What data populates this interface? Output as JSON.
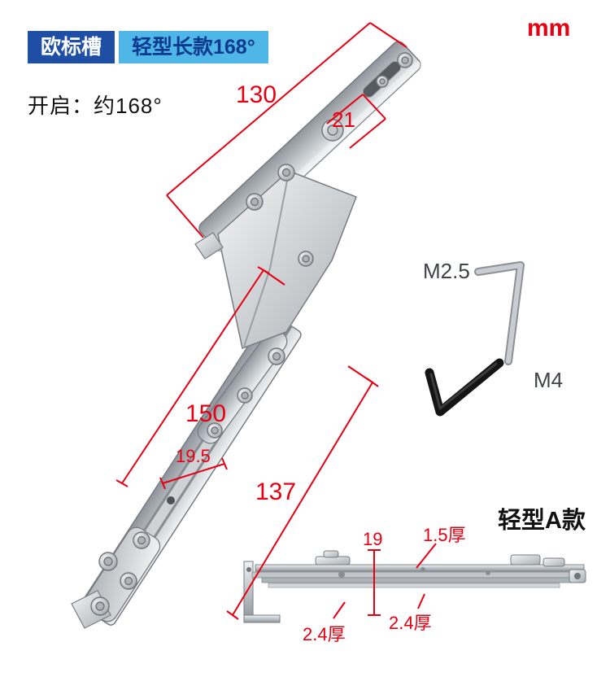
{
  "header": {
    "badge_dark": "欧标槽",
    "badge_light": "轻型长款168°",
    "opening": "开启：约168°",
    "unit": "mm"
  },
  "dimensions": {
    "top_arm_length": "130",
    "top_arm_width": "21",
    "lower_arm_length": "150",
    "lower_arm_width": "19.5",
    "lower_track_length": "137"
  },
  "tools": {
    "wrench_small": "M2.5",
    "wrench_large": "M4"
  },
  "side_view": {
    "variant_label": "轻型A款",
    "track_width": "19",
    "thickness_top": "1.5厚",
    "thickness_left": "2.4厚",
    "thickness_right": "2.4厚"
  },
  "colors": {
    "accent_red": "#e60012",
    "badge_dark_bg": "#1f4fa5",
    "badge_light_bg": "#4fb6e8",
    "metal_light": "#eef0f2",
    "metal_dark": "#8f959b"
  }
}
